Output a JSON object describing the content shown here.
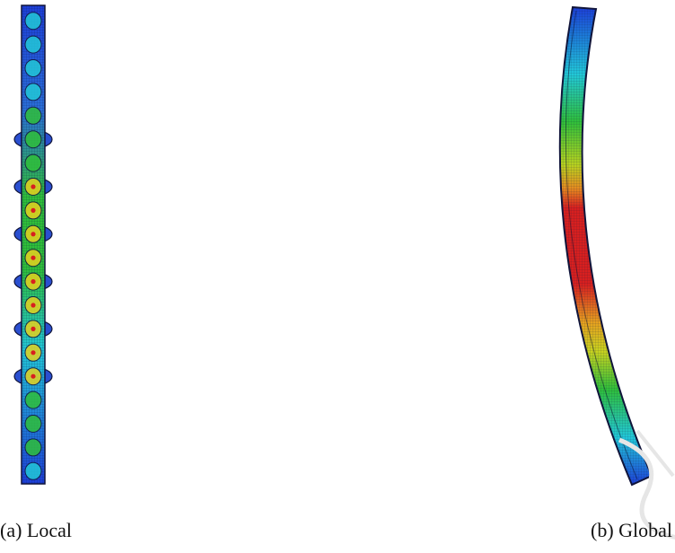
{
  "figure": {
    "caption_a": "(a) Local",
    "caption_b": "(b) Global"
  },
  "colors": {
    "outline": "#10143a",
    "blue": "#1d3fd8",
    "cyan": "#22c8d8",
    "green": "#2fbf3a",
    "yellow": "#e6d21f",
    "red": "#d81f1f",
    "watermark": "#e6e6e6"
  },
  "icons": {
    "local": "local-deformation-plot",
    "global": "global-deformation-plot",
    "watermark": "watermark-stamp"
  }
}
